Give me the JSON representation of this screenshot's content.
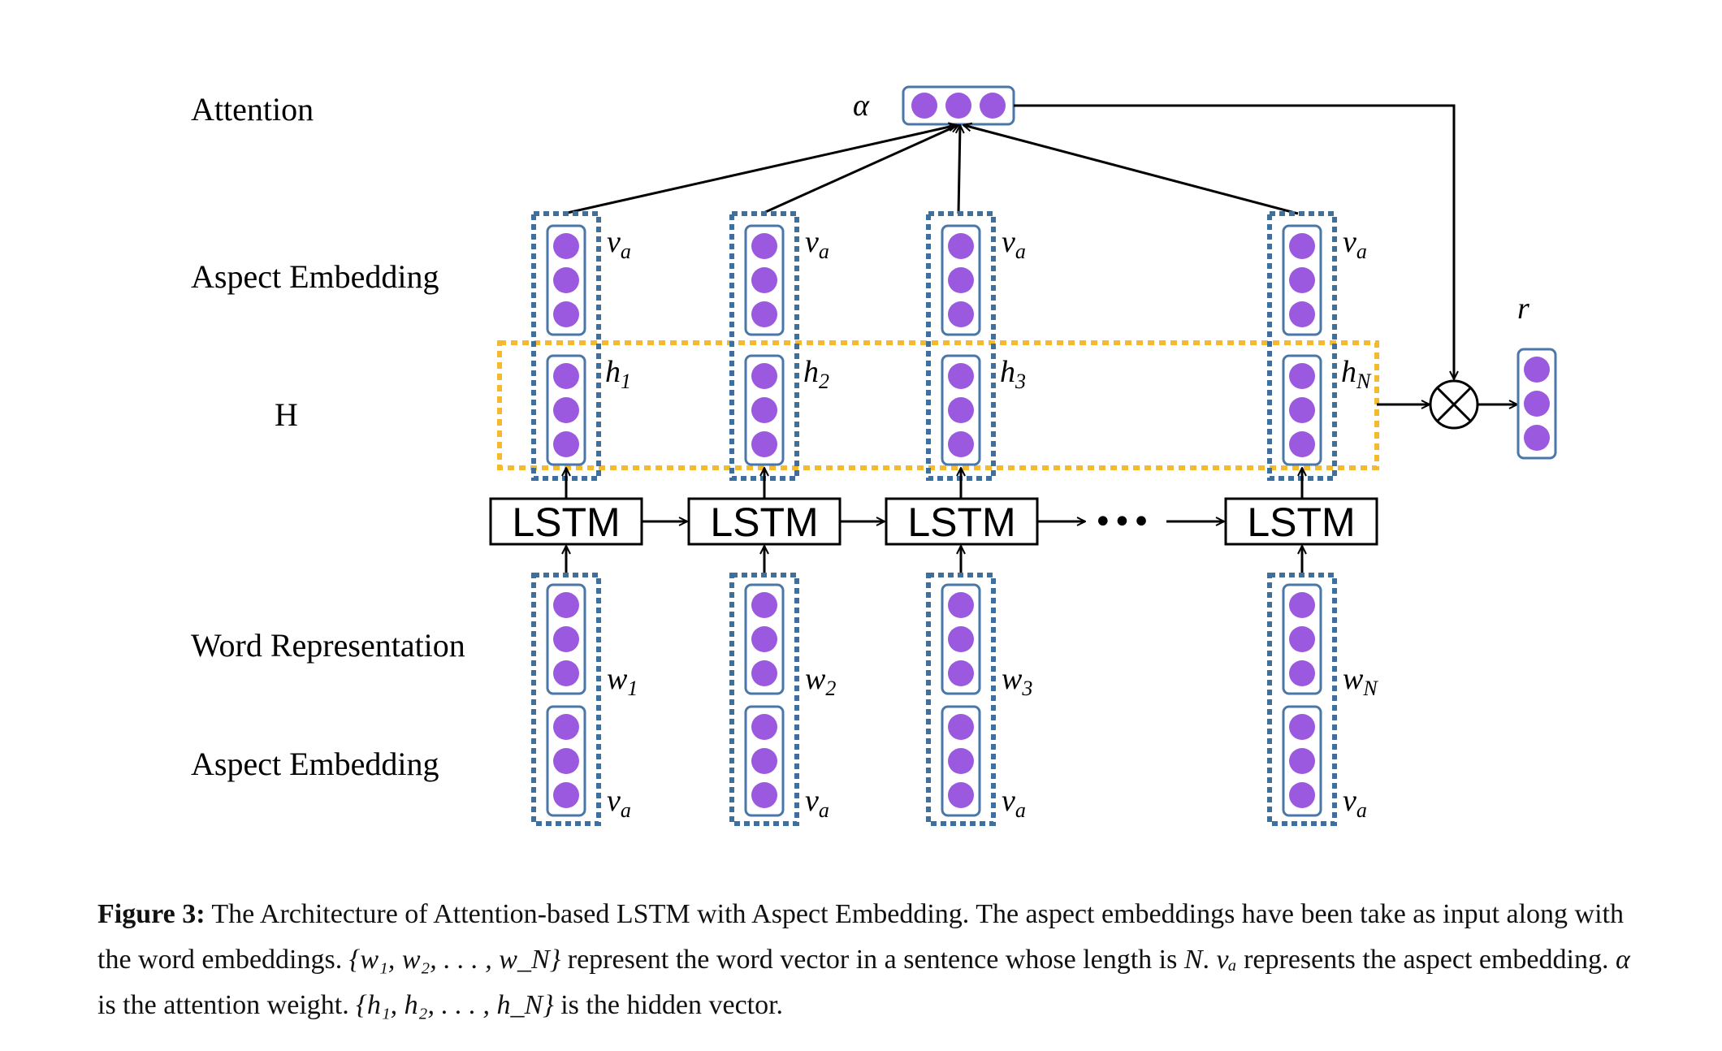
{
  "figure": {
    "row_labels": {
      "attention": "Attention",
      "aspect_top": "Aspect Embedding",
      "hidden": "H",
      "word": "Word Representation",
      "aspect_bottom": "Aspect Embedding"
    },
    "alpha_symbol": "α",
    "output_symbol": "r",
    "lstm_label": "LSTM",
    "ellipsis": "•••",
    "columns": [
      {
        "h_var": "h",
        "h_sub": "1",
        "w_var": "w",
        "w_sub": "1",
        "va_var": "v",
        "va_sub": "a"
      },
      {
        "h_var": "h",
        "h_sub": "2",
        "w_var": "w",
        "w_sub": "2",
        "va_var": "v",
        "va_sub": "a"
      },
      {
        "h_var": "h",
        "h_sub": "3",
        "w_var": "w",
        "w_sub": "3",
        "va_var": "v",
        "va_sub": "a"
      },
      {
        "h_var": "h",
        "h_sub": "N",
        "w_var": "w",
        "w_sub": "N",
        "va_var": "v",
        "va_sub": "a"
      }
    ],
    "colors": {
      "dot": "#9b59e0",
      "vector_border": "#4a77a8",
      "column_dash": "#3f6f9c",
      "h_dash": "#f4b92c"
    }
  },
  "caption": {
    "label": "Figure 3:",
    "seg1": " The Architecture of Attention-based LSTM with Aspect Embedding.  The aspect embeddings have been take as input along with the word embeddings. ",
    "m1": "{w₁, w₂, . . . , w_N}",
    "seg2": " represent the word vector in a sentence whose length is ",
    "m2": "N",
    "seg3": ". ",
    "m3": "vₐ",
    "seg4": " represents the aspect embedding. ",
    "m4": "α",
    "seg5": " is the attention weight. ",
    "m5": "{h₁, h₂, . . . , h_N}",
    "seg6": " is the hidden vector."
  }
}
